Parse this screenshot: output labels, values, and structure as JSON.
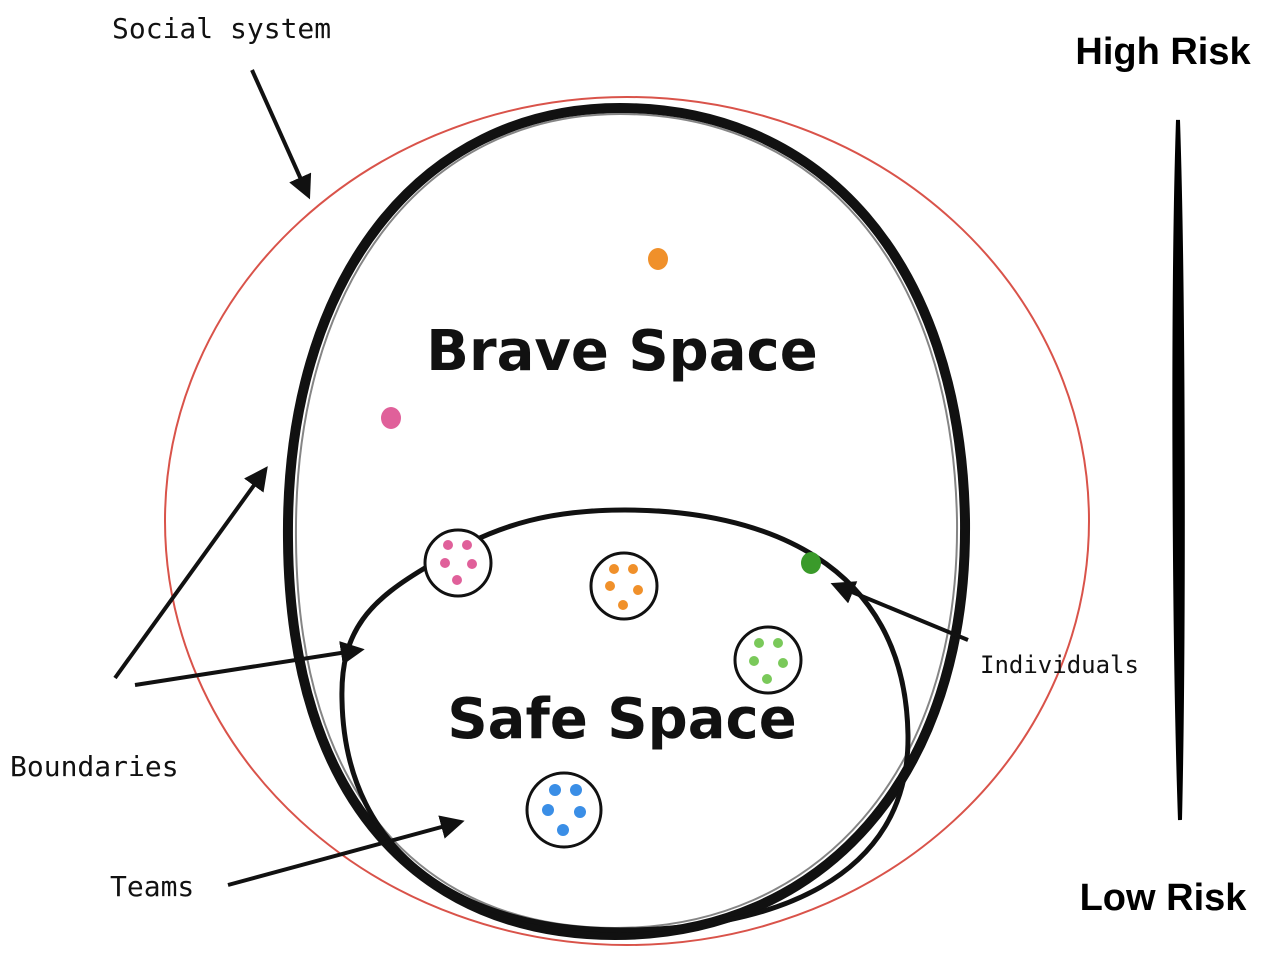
{
  "labels": {
    "social_system": "Social system",
    "high_risk": "High Risk",
    "low_risk": "Low Risk",
    "brave_space": "Brave Space",
    "safe_space": "Safe Space",
    "individuals": "Individuals",
    "boundaries": "Boundaries",
    "teams": "Teams"
  },
  "colors": {
    "social_system_ring": "#d9534a",
    "pink": "#e0609a",
    "orange": "#f0902a",
    "green": "#4caf3a",
    "light_green": "#7ac95a",
    "blue": "#3a8ee6"
  },
  "individuals": [
    "orange",
    "pink",
    "green"
  ],
  "teams": [
    {
      "color": "pink",
      "members": 5
    },
    {
      "color": "orange",
      "members": 5
    },
    {
      "color": "light_green",
      "members": 5
    },
    {
      "color": "blue",
      "members": 5
    }
  ]
}
